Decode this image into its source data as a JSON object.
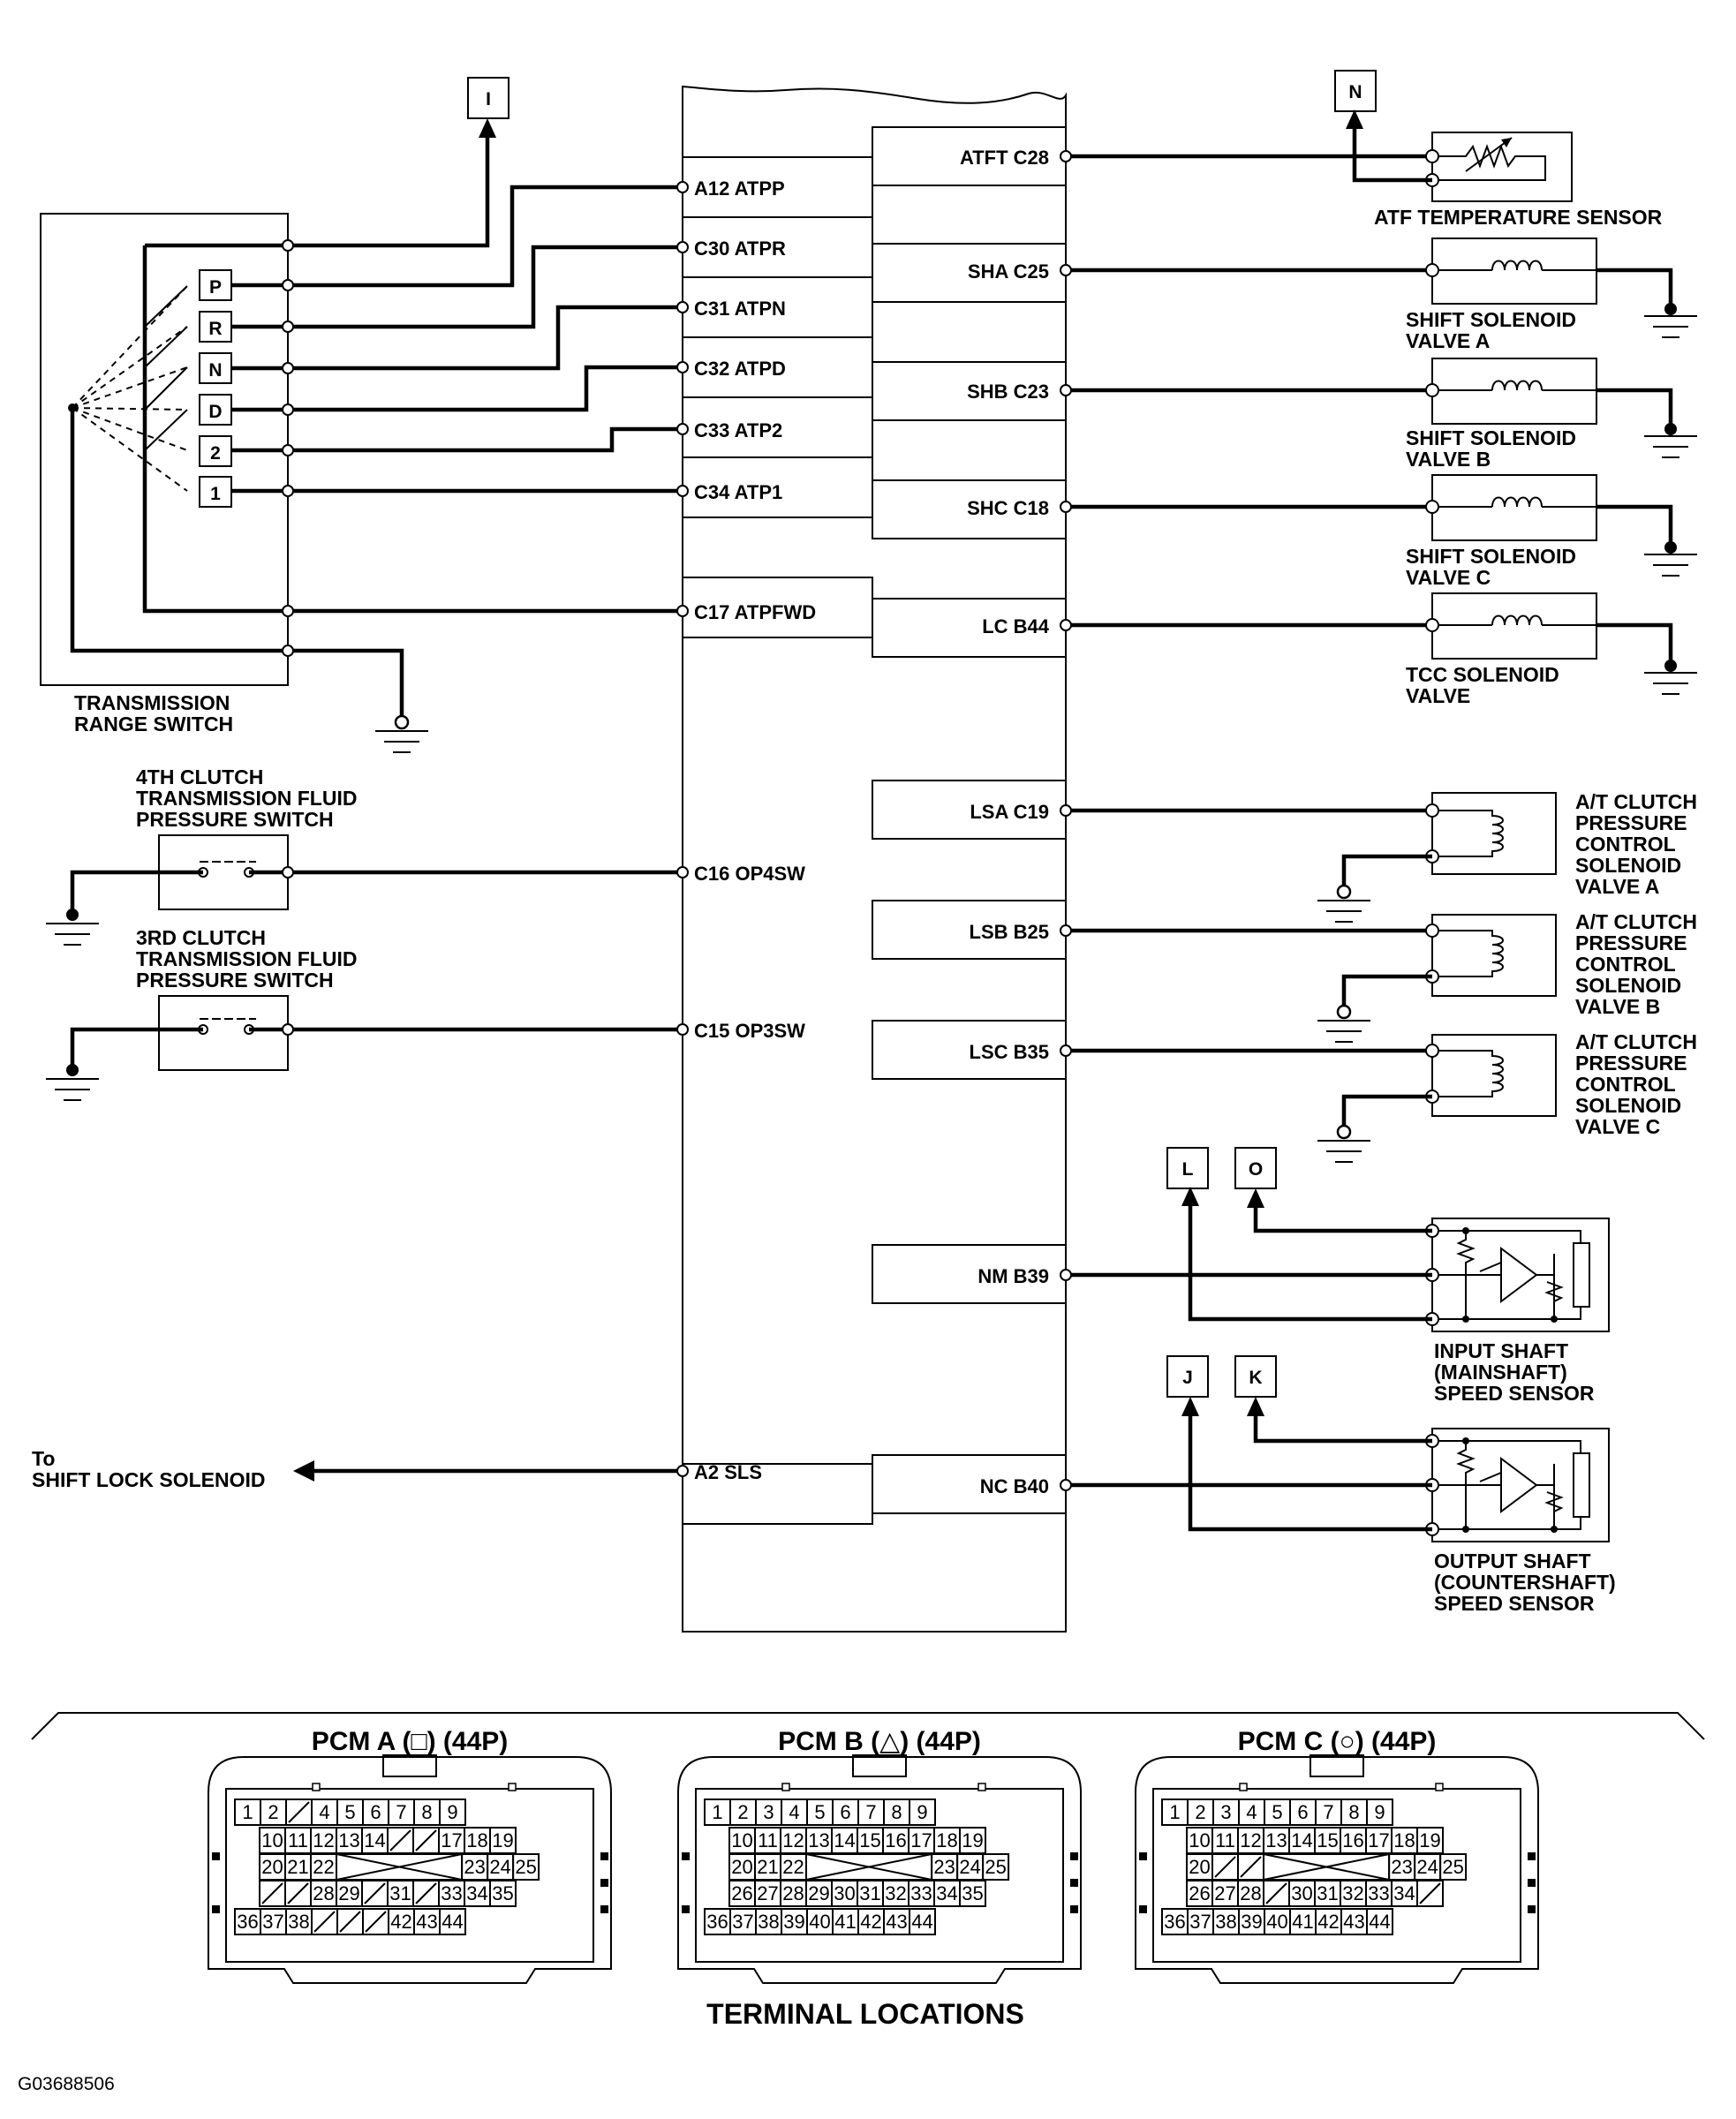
{
  "pcm_left_terminals": [
    "A12 ATPP",
    "C30 ATPR",
    "C31 ATPN",
    "C32 ATPD",
    "C33 ATP2",
    "C34 ATP1",
    "C17 ATPFWD",
    "C16 OP4SW",
    "C15 OP3SW",
    "A2 SLS"
  ],
  "pcm_right_terminals": [
    "ATFT C28",
    "SHA C25",
    "SHB C23",
    "SHC C18",
    "LC B44",
    "LSA C19",
    "LSB B25",
    "LSC B35",
    "NM B39",
    "NC B40"
  ],
  "range_positions": [
    "P",
    "R",
    "N",
    "D",
    "2",
    "1"
  ],
  "connector_boxes": [
    "I",
    "N",
    "L",
    "O",
    "J",
    "K"
  ],
  "labels": {
    "range_switch": [
      "TRANSMISSION",
      "RANGE SWITCH"
    ],
    "fourth_clutch": [
      "4TH CLUTCH",
      "TRANSMISSION FLUID",
      "PRESSURE SWITCH"
    ],
    "third_clutch": [
      "3RD CLUTCH",
      "TRANSMISSION FLUID",
      "PRESSURE SWITCH"
    ],
    "shift_lock": [
      "To",
      "SHIFT LOCK SOLENOID"
    ],
    "atf_temp": [
      "ATF TEMPERATURE SENSOR"
    ],
    "sha": [
      "SHIFT SOLENOID",
      "VALVE A"
    ],
    "shb": [
      "SHIFT SOLENOID",
      "VALVE B"
    ],
    "shc": [
      "SHIFT SOLENOID",
      "VALVE C"
    ],
    "tcc": [
      "TCC SOLENOID",
      "VALVE"
    ],
    "lsa": [
      "A/T CLUTCH",
      "PRESSURE",
      "CONTROL",
      "SOLENOID",
      "VALVE A"
    ],
    "lsb": [
      "A/T CLUTCH",
      "PRESSURE",
      "CONTROL",
      "SOLENOID",
      "VALVE B"
    ],
    "lsc": [
      "A/T CLUTCH",
      "PRESSURE",
      "CONTROL",
      "SOLENOID",
      "VALVE C"
    ],
    "input_shaft": [
      "INPUT SHAFT",
      "(MAINSHAFT)",
      "SPEED SENSOR"
    ],
    "output_shaft": [
      "OUTPUT SHAFT",
      "(COUNTERSHAFT)",
      "SPEED SENSOR"
    ]
  },
  "connectors": [
    {
      "title_before": "PCM A (",
      "symbol": "square",
      "title_after": ") (44P)",
      "rows": [
        [
          "1",
          "2",
          "/",
          "4",
          "5",
          "6",
          "7",
          "8",
          "9"
        ],
        [
          "10",
          "11",
          "12",
          "13",
          "14",
          "/",
          "/",
          "17",
          "18",
          "19"
        ],
        [
          "20",
          "21",
          "22",
          "X",
          "23",
          "24",
          "25"
        ],
        [
          "/",
          "/",
          "28",
          "29",
          "/",
          "31",
          "/",
          "33",
          "34",
          "35"
        ],
        [
          "36",
          "37",
          "38",
          "/",
          "/",
          "/",
          "42",
          "43",
          "44"
        ]
      ]
    },
    {
      "title_before": "PCM B (",
      "symbol": "triangle",
      "title_after": ") (44P)",
      "rows": [
        [
          "1",
          "2",
          "3",
          "4",
          "5",
          "6",
          "7",
          "8",
          "9"
        ],
        [
          "10",
          "11",
          "12",
          "13",
          "14",
          "15",
          "16",
          "17",
          "18",
          "19"
        ],
        [
          "20",
          "21",
          "22",
          "X",
          "23",
          "24",
          "25"
        ],
        [
          "26",
          "27",
          "28",
          "29",
          "30",
          "31",
          "32",
          "33",
          "34",
          "35"
        ],
        [
          "36",
          "37",
          "38",
          "39",
          "40",
          "41",
          "42",
          "43",
          "44"
        ]
      ]
    },
    {
      "title_before": "PCM C (",
      "symbol": "circle",
      "title_after": ") (44P)",
      "rows": [
        [
          "1",
          "2",
          "3",
          "4",
          "5",
          "6",
          "7",
          "8",
          "9"
        ],
        [
          "10",
          "11",
          "12",
          "13",
          "14",
          "15",
          "16",
          "17",
          "18",
          "19"
        ],
        [
          "20",
          "/",
          "/",
          "X",
          "23",
          "24",
          "25"
        ],
        [
          "26",
          "27",
          "28",
          "/",
          "30",
          "31",
          "32",
          "33",
          "34",
          "/"
        ],
        [
          "36",
          "37",
          "38",
          "39",
          "40",
          "41",
          "42",
          "43",
          "44"
        ]
      ]
    }
  ],
  "footer": {
    "terminal_locations": "TERMINAL LOCATIONS",
    "code": "G03688506"
  }
}
